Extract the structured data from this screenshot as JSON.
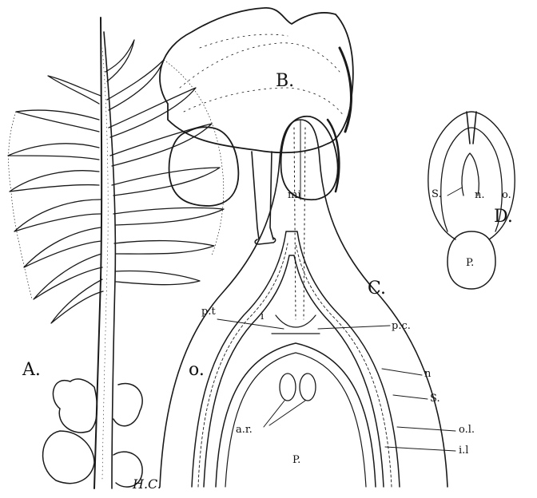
{
  "figure": {
    "panel_labels": {
      "a": "A.",
      "b": "B.",
      "c": "C.",
      "d": "D."
    },
    "signature": "H.C.",
    "labels_c": {
      "mi": "mi",
      "pt": "p.t",
      "pc": "p.c.",
      "n": "n",
      "s": "S.",
      "ol": "o.l.",
      "il": "i.l",
      "o": "o.",
      "i": "i",
      "ar": "a.r.",
      "p": "P."
    },
    "labels_d": {
      "s": "S.",
      "n": "n.",
      "o": "o.",
      "p": "P."
    }
  }
}
